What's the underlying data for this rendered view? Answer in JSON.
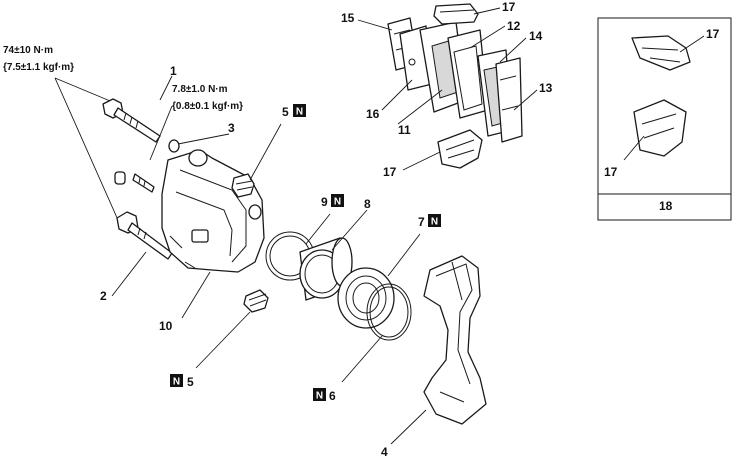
{
  "torque_large": {
    "value": "74±10 N·m",
    "alt": "{7.5±1.1 kgf·m}"
  },
  "torque_small": {
    "value": "7.8±1.0 N·m",
    "alt": "{0.8±0.1 kgf·m}"
  },
  "badge_text": "N",
  "labels": {
    "p1": "1",
    "p2": "2",
    "p3": "3",
    "p4": "4",
    "p5a": "5",
    "p5b": "5",
    "p6": "6",
    "p7": "7",
    "p8": "8",
    "p9": "9",
    "p10": "10",
    "p11": "11",
    "p12": "12",
    "p13": "13",
    "p14": "14",
    "p15": "15",
    "p16": "16",
    "p17a": "17",
    "p17b": "17",
    "p17c": "17",
    "p17d": "17",
    "p18": "18"
  }
}
